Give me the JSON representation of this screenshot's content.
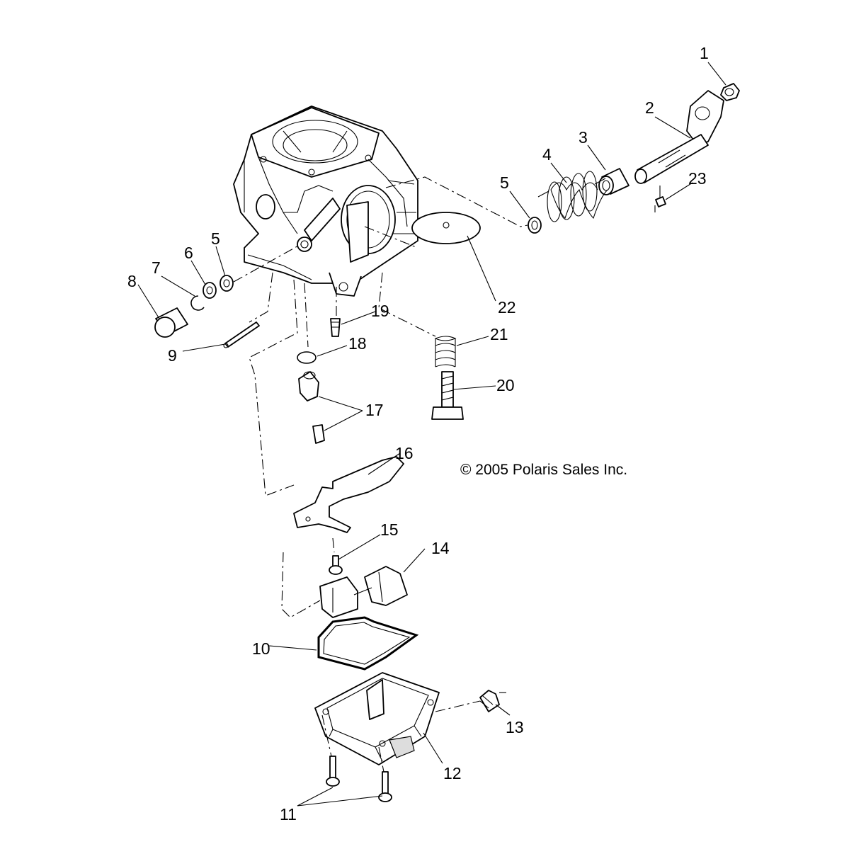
{
  "copyright": "© 2005 Polaris Sales Inc.",
  "callouts": {
    "c1": "1",
    "c2": "2",
    "c3": "3",
    "c4": "4",
    "c5a": "5",
    "c5b": "5",
    "c6": "6",
    "c7": "7",
    "c8": "8",
    "c9": "9",
    "c10": "10",
    "c11": "11",
    "c12": "12",
    "c13": "13",
    "c14": "14",
    "c15": "15",
    "c16": "16",
    "c17": "17",
    "c18": "18",
    "c19": "19",
    "c20": "20",
    "c21": "21",
    "c22": "22",
    "c23": "23"
  }
}
